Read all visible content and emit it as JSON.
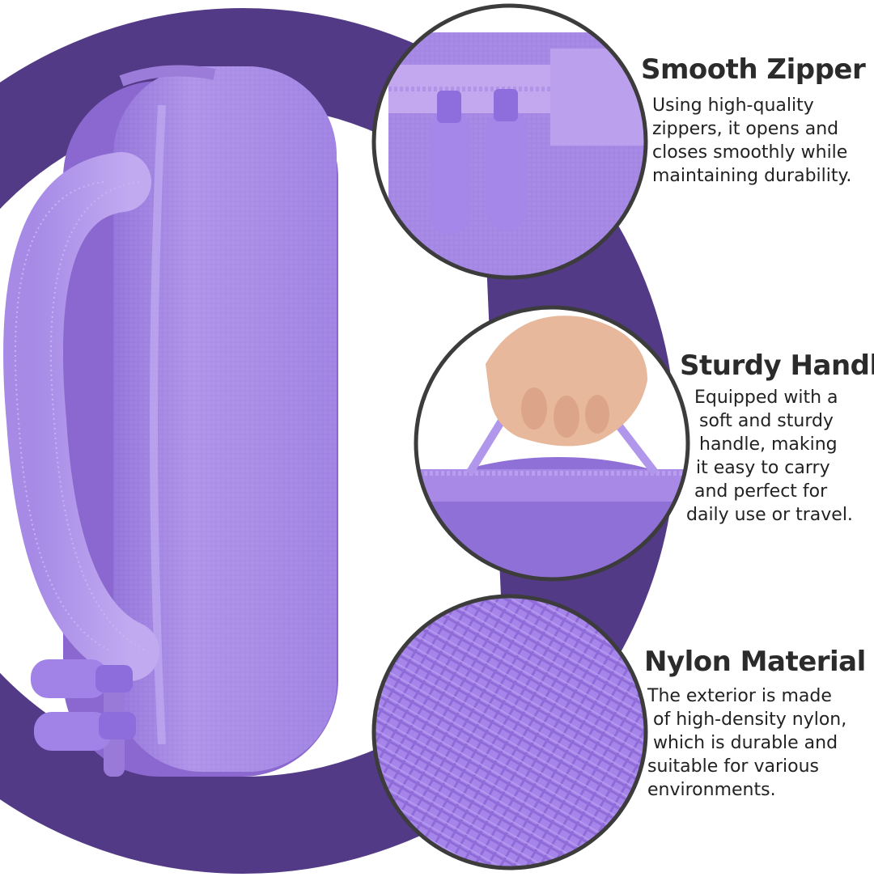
{
  "features": [
    {
      "title": "Smooth Zipper",
      "lines": [
        "Using high-quality",
        "zippers, it opens and",
        "closes smoothly while",
        "maintaining durability."
      ],
      "icon": "zipper-pull-icon"
    },
    {
      "title": "Sturdy Handle",
      "lines": [
        "Equipped with a",
        "soft and sturdy",
        "handle, making",
        "it easy to carry",
        "and perfect for",
        "daily use or travel."
      ],
      "icon": "hand-holding-handle-icon"
    },
    {
      "title": "Nylon Material",
      "lines": [
        "The exterior is made",
        " of high-density nylon,",
        " which is durable and",
        "suitable for various",
        "environments."
      ],
      "icon": "nylon-texture-icon"
    }
  ],
  "colors": {
    "ring": "#533a86",
    "case_light": "#b59aec",
    "case_mid": "#9e80e0",
    "case_dark": "#7f5fc8",
    "circle_border": "#3c3c3c",
    "text": "#222222"
  }
}
